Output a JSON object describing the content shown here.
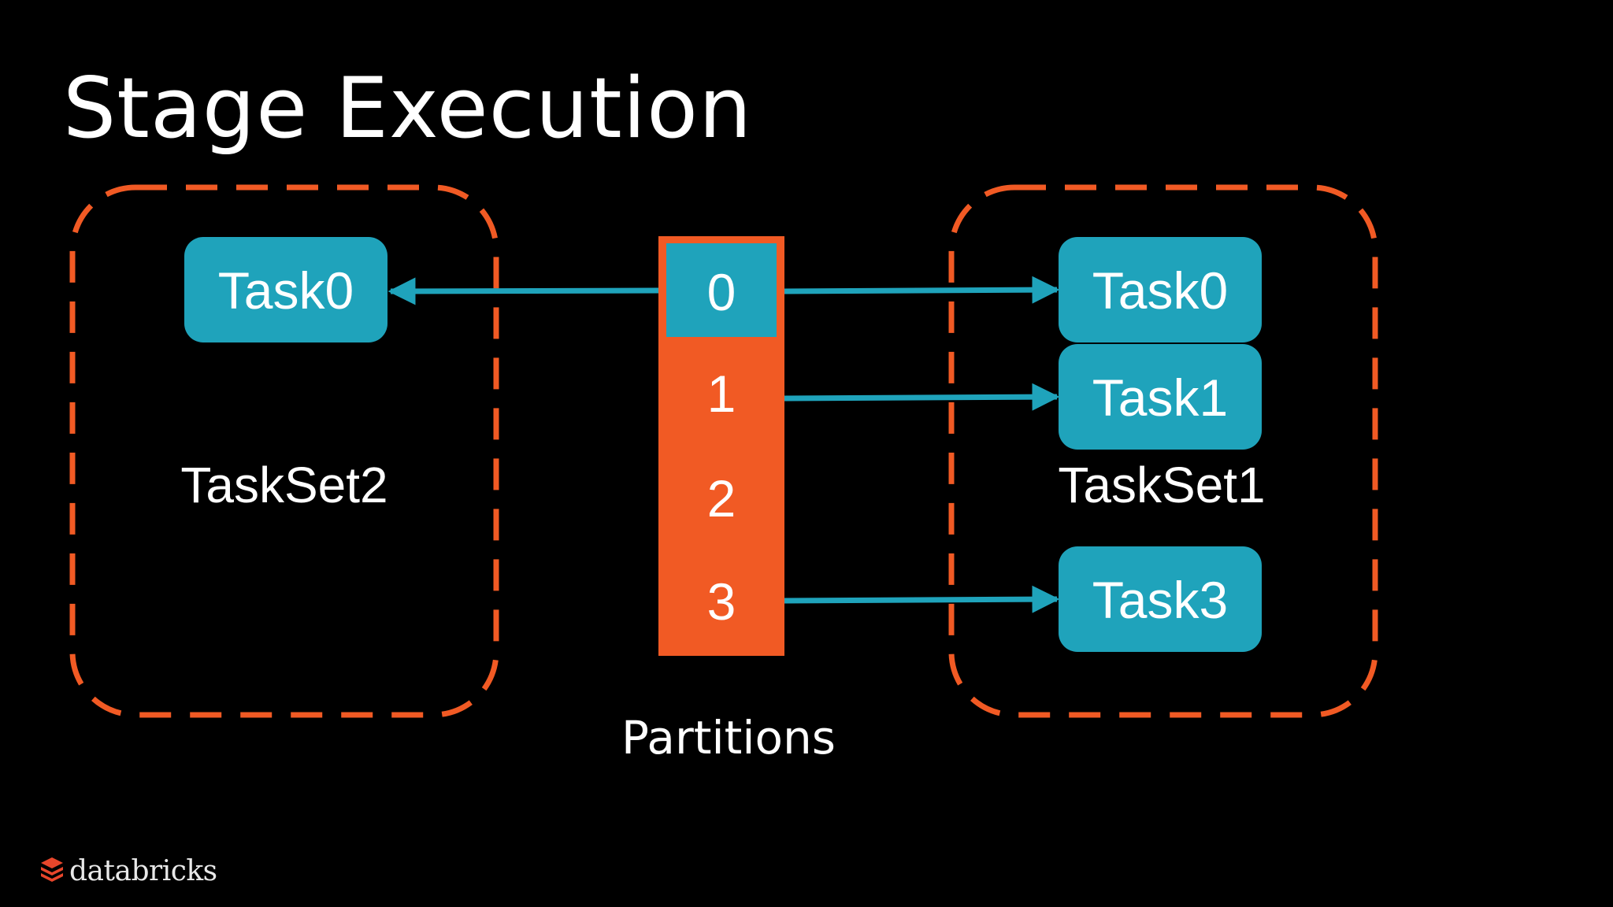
{
  "slide": {
    "title": "Stage Execution",
    "colors": {
      "background": "#000000",
      "accent_orange": "#f15a24",
      "task_teal": "#1fa3bb",
      "text": "#ffffff"
    }
  },
  "tasksets": [
    {
      "label": "TaskSet2",
      "tasks": [
        "Task0"
      ]
    },
    {
      "label": "TaskSet1",
      "tasks": [
        "Task0",
        "Task1",
        "Task3"
      ]
    }
  ],
  "partitions": {
    "caption": "Partitions",
    "items": [
      "0",
      "1",
      "2",
      "3"
    ],
    "highlighted": "0"
  },
  "connections": [
    {
      "from_partition": "0",
      "to": "TaskSet2.Task0"
    },
    {
      "from_partition": "0",
      "to": "TaskSet1.Task0"
    },
    {
      "from_partition": "1",
      "to": "TaskSet1.Task1"
    },
    {
      "from_partition": "3",
      "to": "TaskSet1.Task3"
    }
  ],
  "footer": {
    "logo_text": "databricks",
    "logo_icon": "databricks-stack-icon"
  }
}
